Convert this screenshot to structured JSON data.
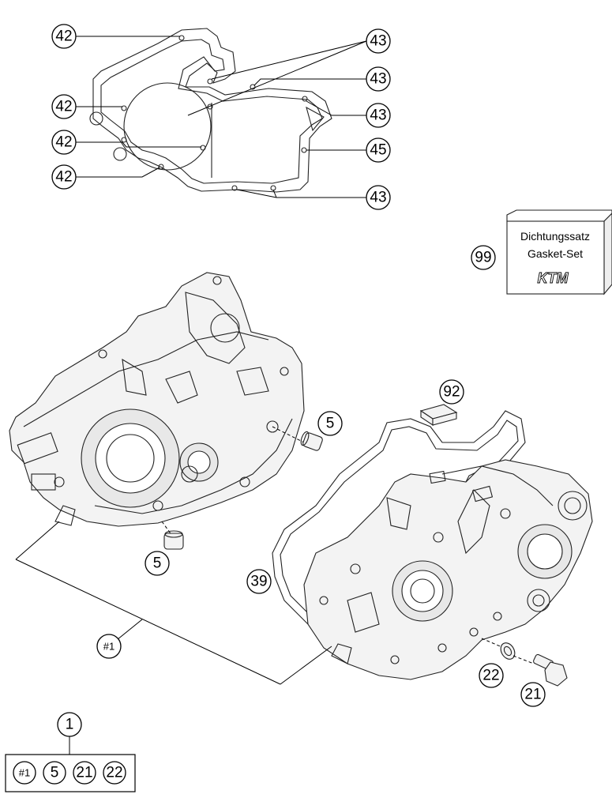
{
  "callouts": {
    "c42a": "42",
    "c42b": "42",
    "c42c": "42",
    "c42d": "42",
    "c43a": "43",
    "c43b": "43",
    "c43c": "43",
    "c43d": "43",
    "c45": "45",
    "c99": "99",
    "c92": "92",
    "c5a": "5",
    "c5b": "5",
    "c39": "39",
    "c22": "22",
    "c21": "21",
    "c1hash": "#1",
    "c1": "1"
  },
  "gasket_kit": {
    "line1": "Dichtungssatz",
    "line2": "Gasket-Set",
    "brand": "KTM"
  },
  "assembly_box": {
    "items": [
      "#1",
      "5",
      "21",
      "22"
    ]
  }
}
